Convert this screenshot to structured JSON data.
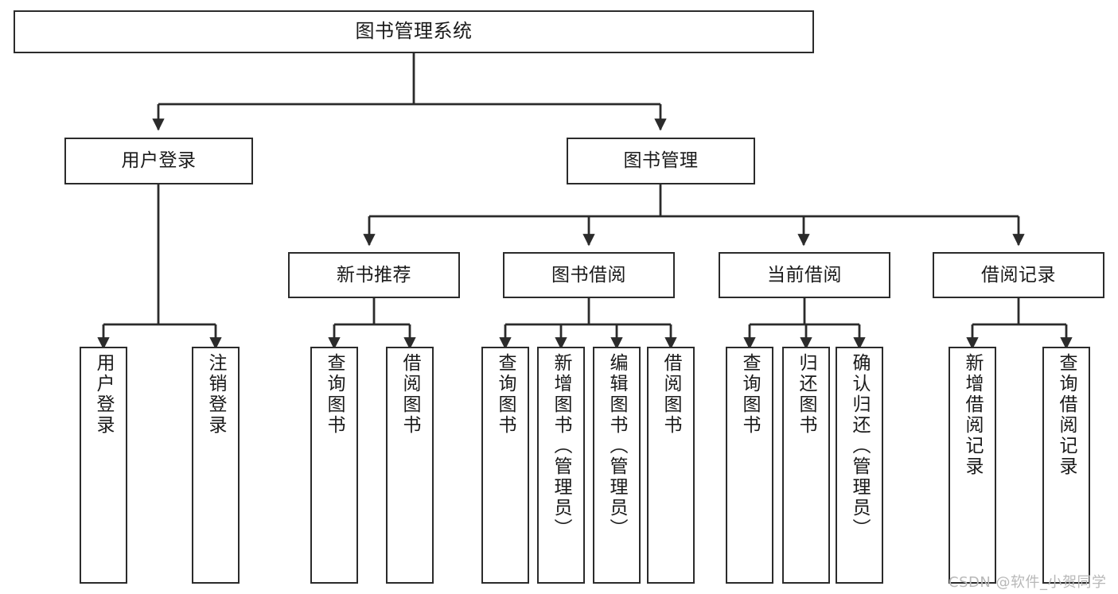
{
  "diagram": {
    "title": "图书管理系统",
    "type": "hierarchy-tree",
    "watermark": "CSDN @软件_小贺同学",
    "colors": {
      "box_border": "#2b2b2b",
      "box_fill": "#ffffff",
      "connector": "#2b2b2b",
      "background": "#ffffff",
      "watermark": "#b8b8b8"
    }
  },
  "nodes": {
    "root": {
      "label": "图书管理系统"
    },
    "level2": [
      {
        "label": "用户登录"
      },
      {
        "label": "图书管理"
      }
    ],
    "level3": [
      {
        "label": "新书推荐"
      },
      {
        "label": "图书借阅"
      },
      {
        "label": "当前借阅"
      },
      {
        "label": "借阅记录"
      }
    ],
    "leaves": {
      "user_login": [
        {
          "label": "用户登录"
        },
        {
          "label": "注销登录"
        }
      ],
      "new_book_recommend": [
        {
          "label": "查询图书"
        },
        {
          "label": "借阅图书"
        }
      ],
      "book_borrow": [
        {
          "label": "查询图书"
        },
        {
          "label": "新增图书（管理员）"
        },
        {
          "label": "编辑图书（管理员）"
        },
        {
          "label": "借阅图书"
        }
      ],
      "current_borrow": [
        {
          "label": "查询图书"
        },
        {
          "label": "归还图书"
        },
        {
          "label": "确认归还（管理员）"
        }
      ],
      "borrow_record": [
        {
          "label": "新增借阅记录"
        },
        {
          "label": "查询借阅记录"
        }
      ]
    }
  }
}
